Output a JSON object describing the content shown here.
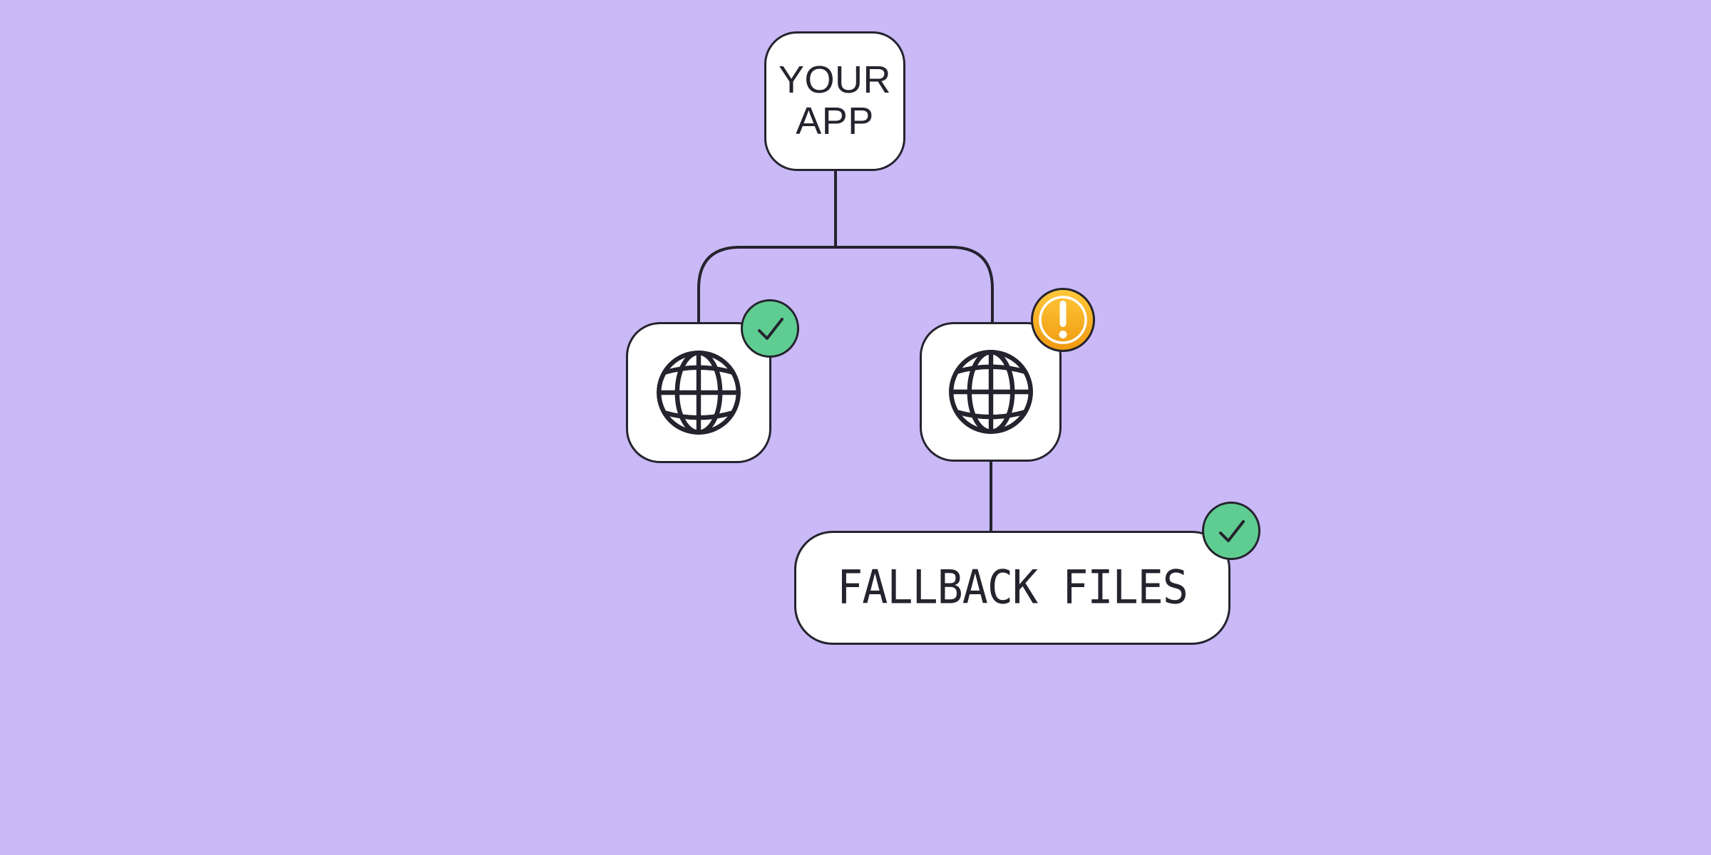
{
  "theme": {
    "bg": "#C9B9F6",
    "ink": "#25232E",
    "node-bg": "#FFFFFF",
    "success": "#5FCD91",
    "warn-hi": "#FFC83A",
    "warn-lo": "#F0990F",
    "mark": "#FFFFFF"
  },
  "nodes": {
    "app": {
      "label": "YOUR APP"
    },
    "primary_server": {
      "icon": "globe-icon",
      "badge": "check",
      "status": "ok"
    },
    "secondary_server": {
      "icon": "globe-icon",
      "badge": "exclamation",
      "status": "warning"
    },
    "fallback": {
      "label": "FALLBACK FILES",
      "badge": "check",
      "status": "ok"
    }
  }
}
